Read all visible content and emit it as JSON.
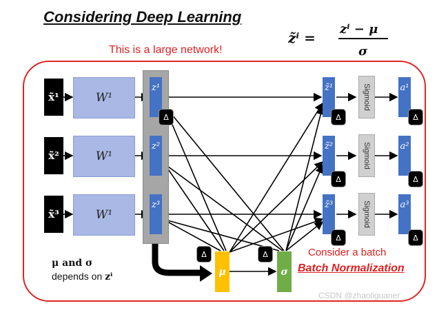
{
  "title": "Considering Deep Learning",
  "warning": "This is a large network!",
  "formula": {
    "lhs": "z̃ⁱ =",
    "numerator": "zⁱ − μ",
    "denominator": "σ"
  },
  "inputs": [
    "x̃¹",
    "x̃²",
    "x̃³"
  ],
  "weights": [
    "W¹",
    "W¹",
    "W¹"
  ],
  "z_nodes": [
    "z¹",
    "z²",
    "z³"
  ],
  "z_norm": [
    "z̃¹",
    "z̃²",
    "z̃³"
  ],
  "activation": "Sigmoid",
  "outputs": [
    "a¹",
    "a²",
    "a³"
  ],
  "delta": "Δ",
  "mu": "μ",
  "sigma": "σ",
  "consider": "Consider a batch",
  "batch_norm": "Batch Normalization",
  "note": {
    "line1_a": "μ",
    "line1_b": " and ",
    "line1_c": "σ",
    "line2": "depends on ",
    "line2_z": "zⁱ"
  },
  "watermark": "CSDN @zhaoliguaner",
  "colors": {
    "accent_red": "#e02424",
    "z_blue": "#4472c4",
    "w_blue": "#a9b8e4",
    "mu_yellow": "#ffc000",
    "sigma_green": "#70ad47"
  }
}
